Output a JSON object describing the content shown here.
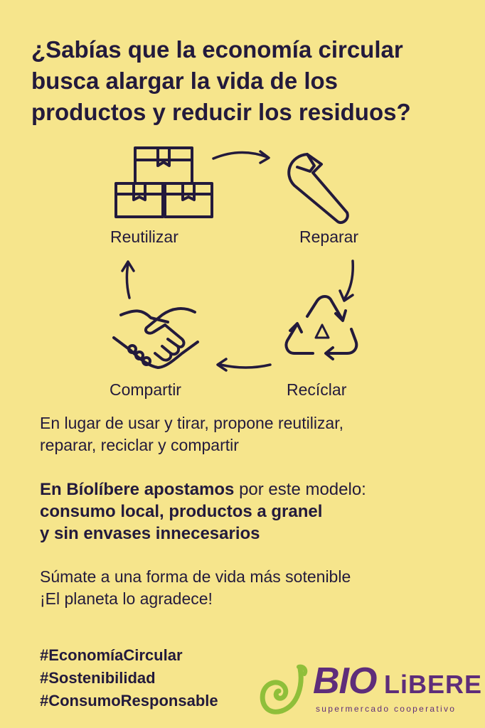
{
  "headline": {
    "line1": "¿Sabías que la economía circular",
    "line2": "busca alargar la vida de los",
    "line3": "productos y reducir los residuos?"
  },
  "cycle": {
    "reuse": "Reutilizar",
    "repair": "Reparar",
    "recycle": "Recíclar",
    "share": "Compartir"
  },
  "paragraph1": {
    "line1": "En lugar de usar y tirar, propone reutilizar,",
    "line2": "reparar, reciclar y compartir"
  },
  "paragraph2": {
    "bold_start": "En Bíolíbere apostamos",
    "rest_line1": " por este modelo:",
    "line2": "consumo local, productos a granel",
    "line3": "y sin envases innecesarios"
  },
  "paragraph3": {
    "line1": "Súmate a una forma de vida más sotenible",
    "line2": "¡El planeta lo agradece!"
  },
  "hashtags": [
    "#EconomíaCircular",
    "#Sostenibilidad",
    "#ConsumoResponsable"
  ],
  "logo": {
    "bio": "BIO",
    "libere": "LiBERE",
    "tagline": "supermercado cooperativo"
  },
  "colors": {
    "background": "#f6e58c",
    "ink": "#231a3c",
    "brand_purple": "#5e2d7a",
    "brand_green": "#8fbf3a"
  }
}
